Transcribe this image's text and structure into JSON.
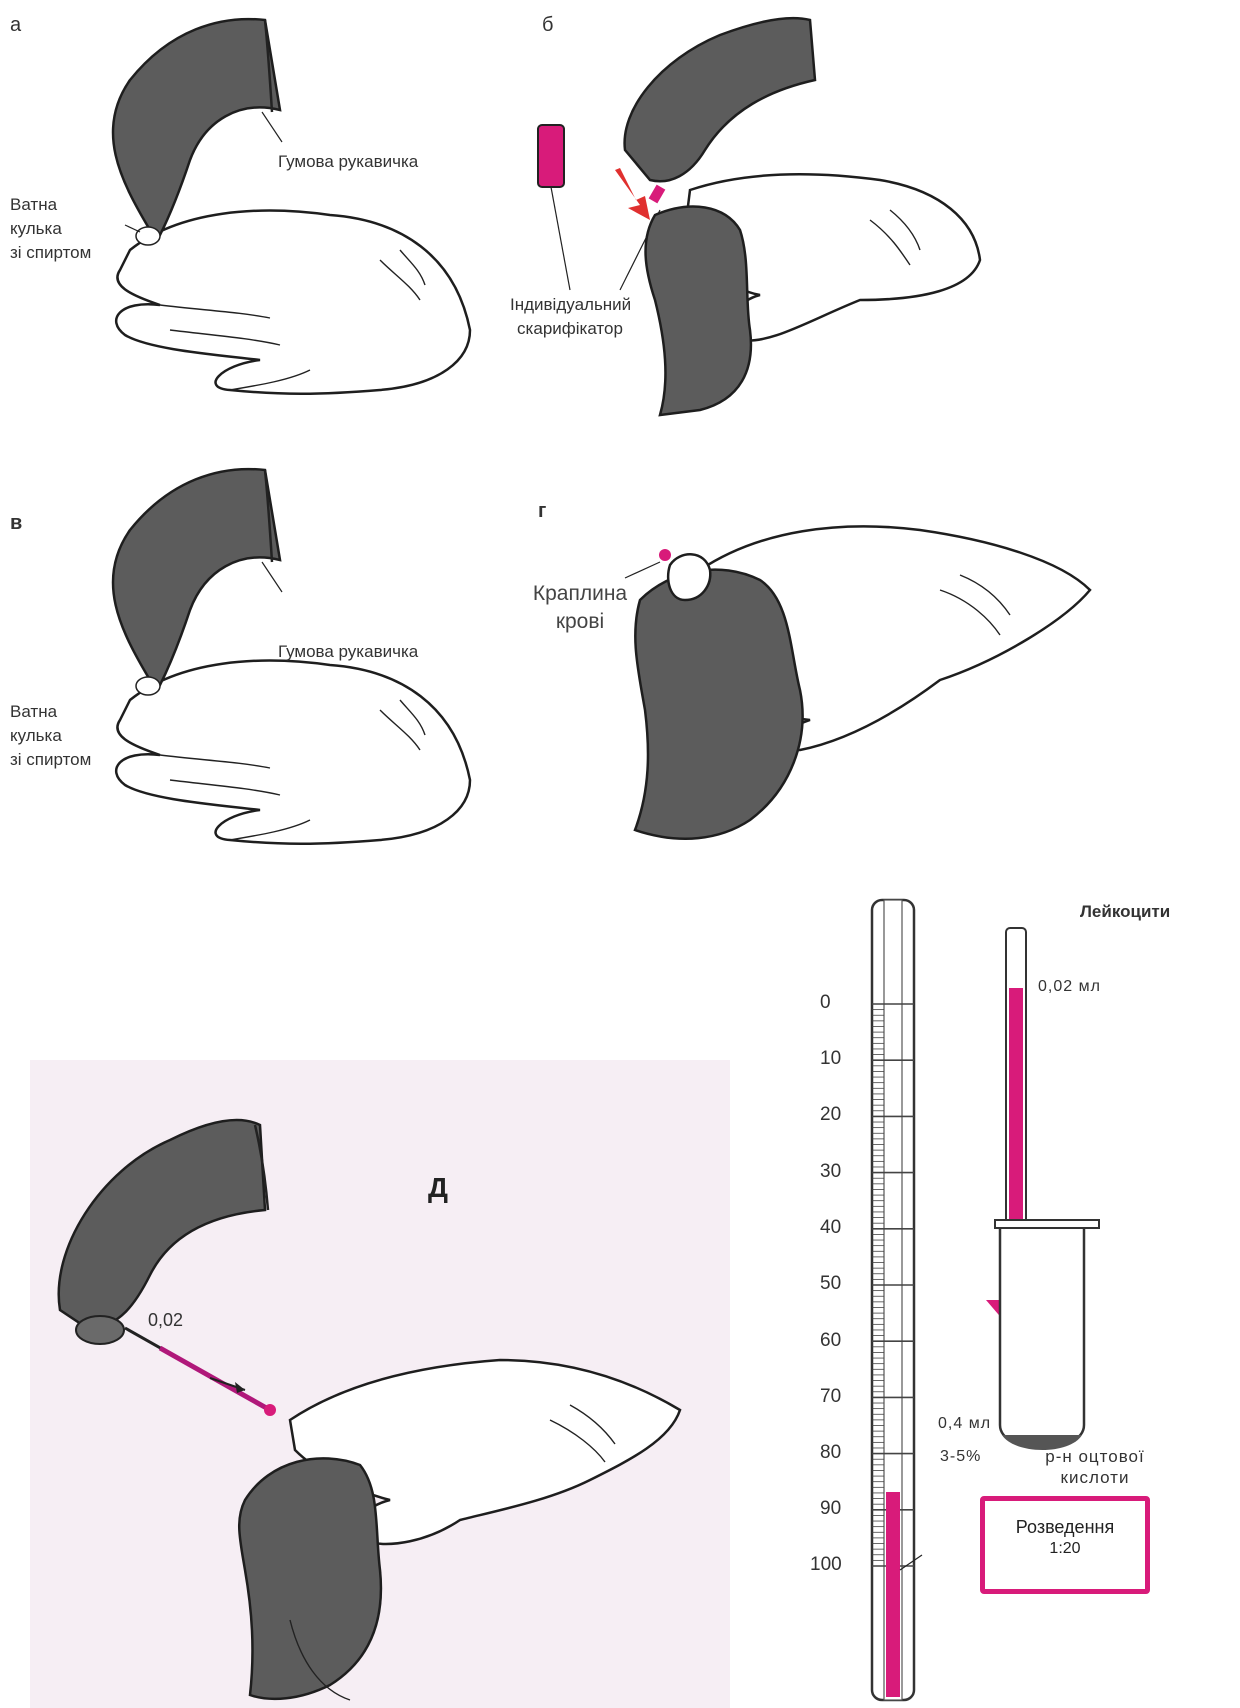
{
  "panel_a": {
    "letter": "а",
    "glove_label": "Гумова рукавичка",
    "cotton_label_lines": [
      "Ватна",
      "кулька",
      "зі спиртом"
    ]
  },
  "panel_b": {
    "letter": "б",
    "scarifier_label_lines": [
      "Індивідуальний",
      "скарифікатор"
    ]
  },
  "panel_v": {
    "letter": "в",
    "glove_label": "Гумова рукавичка",
    "cotton_label_lines": [
      "Ватна",
      "кулька",
      "зі спиртом"
    ]
  },
  "panel_g": {
    "letter": "г",
    "drop_label_lines": [
      "Краплина",
      "крові"
    ]
  },
  "panel_d": {
    "letter": "Д",
    "pipette_label": "0,02"
  },
  "tube_panel": {
    "scale_ticks": [
      "0",
      "10",
      "20",
      "30",
      "40",
      "50",
      "60",
      "70",
      "80",
      "90",
      "100"
    ],
    "leukocytes_label": "Лейкоцити",
    "volume_label": "0,02 мл",
    "acid_volume": "0,4 мл",
    "acid_percent": "3-5%",
    "acid_label_lines": [
      "р-н оцтової",
      "кислоти"
    ],
    "dilution_title": "Розведення",
    "dilution_ratio": "1:20"
  },
  "colors": {
    "accent": "#d81b7a",
    "glove": "#5c5c5c",
    "panel_bg": "#f6eef4"
  }
}
